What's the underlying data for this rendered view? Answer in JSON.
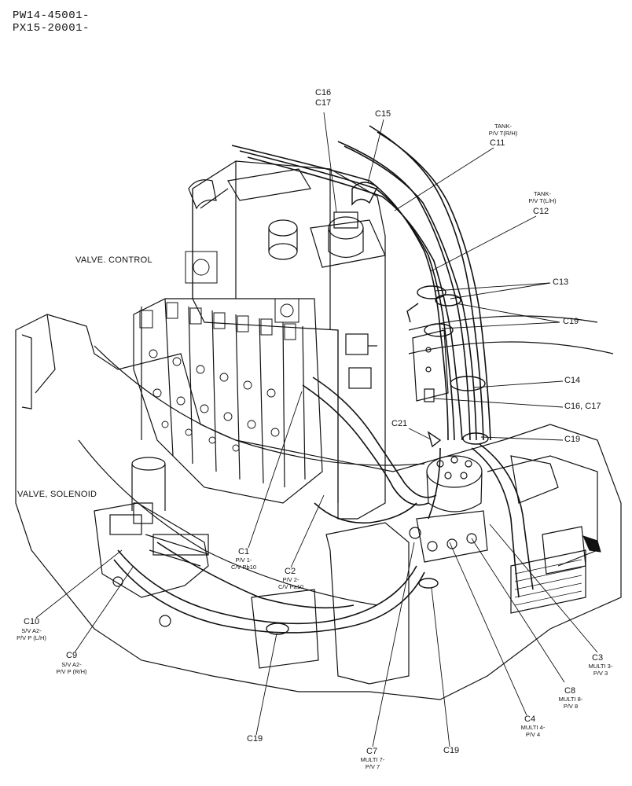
{
  "header": {
    "line1": "PW14-45001-",
    "line2": "PX15-20001-"
  },
  "sections": {
    "valve_control": "VALVE. CONTROL",
    "valve_solenoid": "VALVE, SOLENOID"
  },
  "callouts": {
    "c16_top": "C16",
    "c17_top": "C17",
    "c15": "C15",
    "c11": {
      "code": "C11",
      "sub1": "TANK-",
      "sub2": "P/V T(R/H)"
    },
    "c12": {
      "code": "C12",
      "sub1": "TANK-",
      "sub2": "P/V T(L/H)"
    },
    "c13": "C13",
    "c19_right": "C19",
    "c14": "C14",
    "c16_c17": "C16, C17",
    "c21": "C21",
    "c19_mid": "C19",
    "c1": {
      "code": "C1",
      "sub1": "P/V 1-",
      "sub2": "C/V Pb10"
    },
    "c2": {
      "code": "C2",
      "sub1": "P/V 2-",
      "sub2": "C/V Pa10"
    },
    "c10": {
      "code": "C10",
      "sub1": "S/V A2-",
      "sub2": "P/V P (L/H)"
    },
    "c9": {
      "code": "C9",
      "sub1": "S/V A2-",
      "sub2": "P/V P (R/H)"
    },
    "c19_bl": "C19",
    "c7": {
      "code": "C7",
      "sub1": "MULTI 7-",
      "sub2": "P/V 7"
    },
    "c19_bm": "C19",
    "c4": {
      "code": "C4",
      "sub1": "MULTI 4-",
      "sub2": "P/V 4"
    },
    "c8": {
      "code": "C8",
      "sub1": "MULTI 8-",
      "sub2": "P/V 8"
    },
    "c3": {
      "code": "C3",
      "sub1": "MULTI 3-",
      "sub2": "P/V 3"
    }
  },
  "colors": {
    "ink": "#111111",
    "paper": "#ffffff",
    "shade": "#d8d8d8"
  }
}
